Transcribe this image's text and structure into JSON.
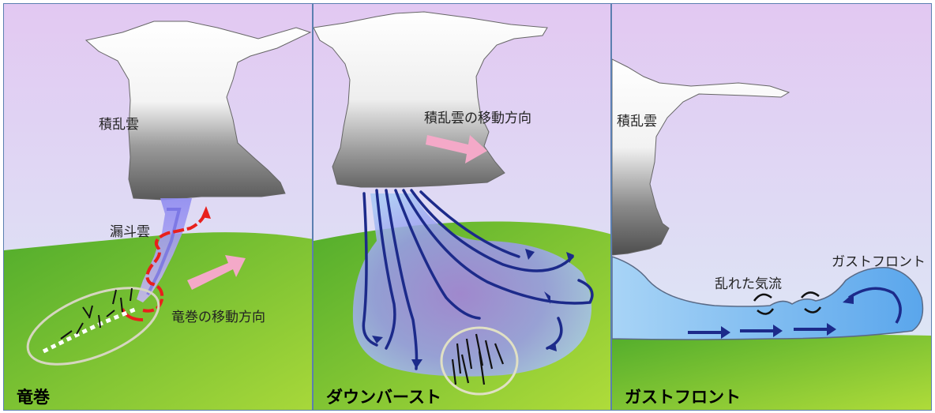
{
  "panels": [
    {
      "title": "竜巻",
      "labels": {
        "cloud": "積乱雲",
        "funnel": "漏斗雲",
        "direction": "竜巻の移動方向"
      }
    },
    {
      "title": "ダウンバースト",
      "labels": {
        "direction": "積乱雲の移動方向"
      }
    },
    {
      "title": "ガストフロント",
      "labels": {
        "cloud": "積乱雲",
        "front": "ガストフロント",
        "turbulence": "乱れた気流"
      }
    }
  ],
  "colors": {
    "sky_top": "#e2c8f2",
    "sky_bottom": "#dcecf6",
    "ground": "#5cb32e",
    "ground_light": "#b8e23a",
    "arrow_pink": "#f4a9c8",
    "flow_navy": "#1c2a8a",
    "outflow_blue": "#6fb6ee",
    "tornado_red": "#e8201c"
  }
}
